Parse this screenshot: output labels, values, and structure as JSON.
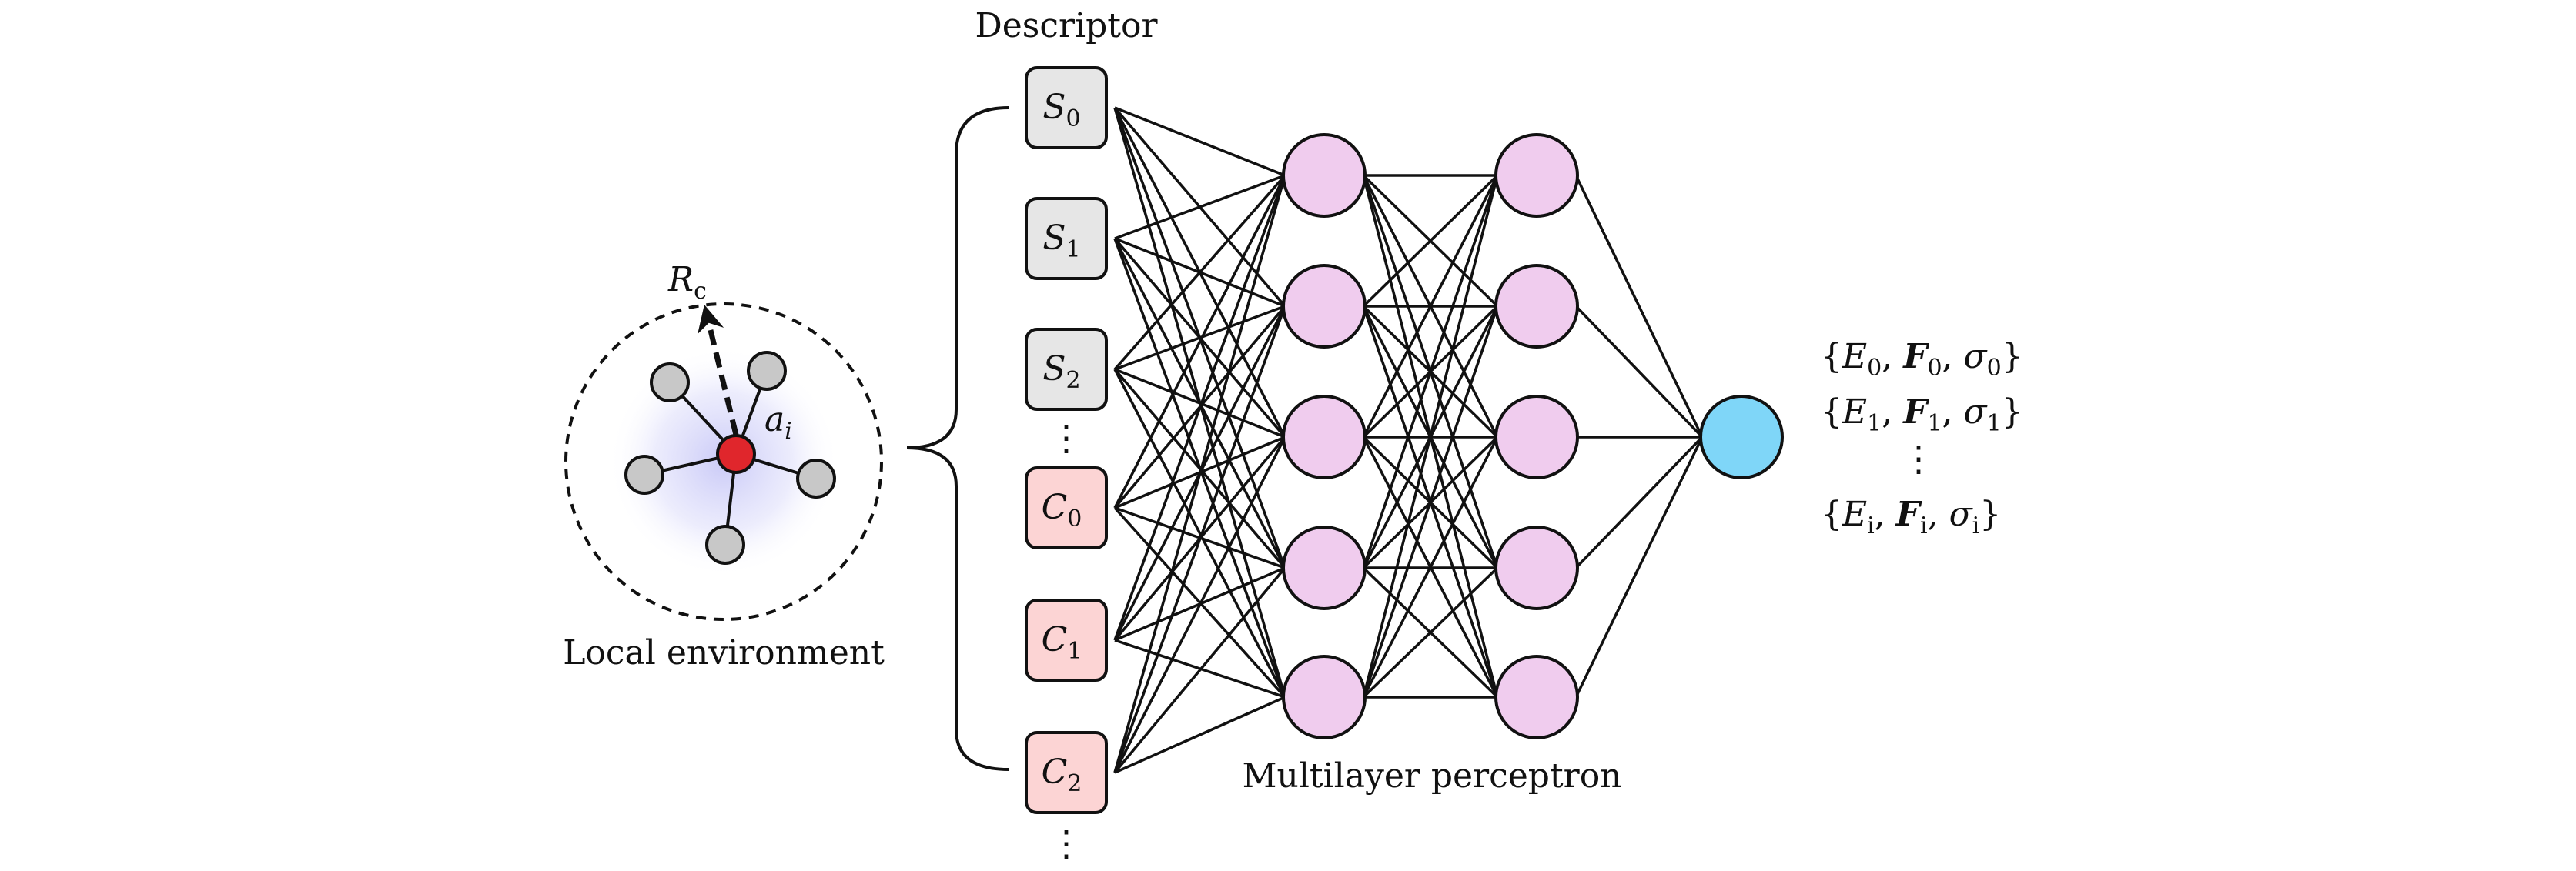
{
  "labels": {
    "descriptor": "Descriptor",
    "local_environment": "Local environment",
    "multilayer_perceptron": "Multilayer perceptron",
    "cutoff_symbol": "R",
    "cutoff_subscript": "c",
    "central_atom_symbol": "a",
    "central_atom_subscript": "i",
    "vdots": "⋮"
  },
  "descriptor_inputs": [
    {
      "symbol": "S",
      "index": "0",
      "kind": "structure"
    },
    {
      "symbol": "S",
      "index": "1",
      "kind": "structure"
    },
    {
      "symbol": "S",
      "index": "2",
      "kind": "structure"
    },
    {
      "symbol": "C",
      "index": "0",
      "kind": "composition"
    },
    {
      "symbol": "C",
      "index": "1",
      "kind": "composition"
    },
    {
      "symbol": "C",
      "index": "2",
      "kind": "composition"
    }
  ],
  "network": {
    "hidden_layer_1_nodes": 5,
    "hidden_layer_2_nodes": 5,
    "output_nodes": 1
  },
  "outputs": [
    {
      "open": "{",
      "E": "E",
      "E_sub": "0",
      "F": "F",
      "F_sub": "0",
      "sigma": "σ",
      "sigma_sub": "0",
      "close": "}"
    },
    {
      "open": "{",
      "E": "E",
      "E_sub": "1",
      "F": "F",
      "F_sub": "1",
      "sigma": "σ",
      "sigma_sub": "1",
      "close": "}"
    },
    {
      "open": "{",
      "E": "E",
      "E_sub": "i",
      "F": "F",
      "F_sub": "i",
      "sigma": "σ",
      "sigma_sub": "i",
      "close": "}"
    }
  ],
  "colors": {
    "structure_box": "#e6e6e6",
    "composition_box": "#fcd4d4",
    "hidden_node": "#f0ccee",
    "output_node": "#7fd6f8",
    "central_atom": "#e0262c",
    "neighbor_atom": "#c8c8c8",
    "halo": "#5a5ae6",
    "stroke": "#111111"
  }
}
